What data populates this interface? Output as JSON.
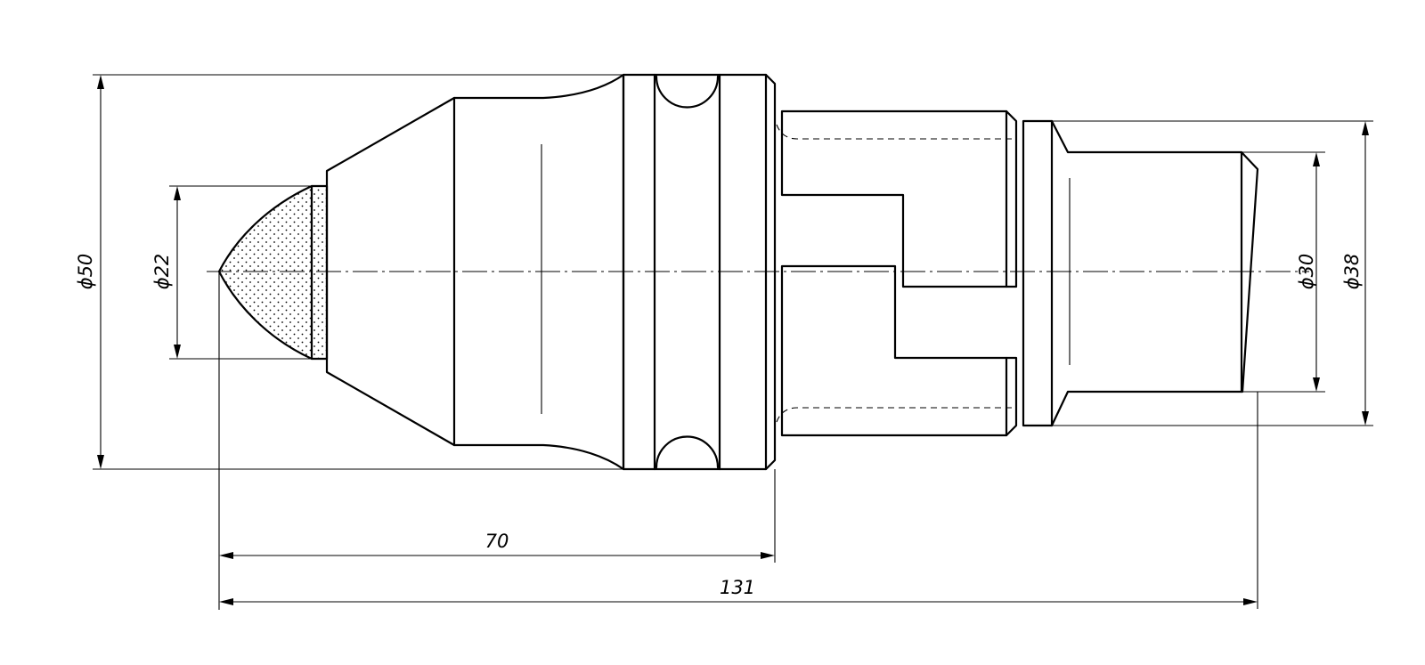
{
  "dimensions": {
    "dia_50": "ϕ50",
    "dia_22": "ϕ22",
    "dia_30": "ϕ30",
    "dia_38": "ϕ38",
    "len_70": "70",
    "len_131": "131"
  },
  "style": {
    "line_color": "#000000",
    "background": "#ffffff"
  }
}
